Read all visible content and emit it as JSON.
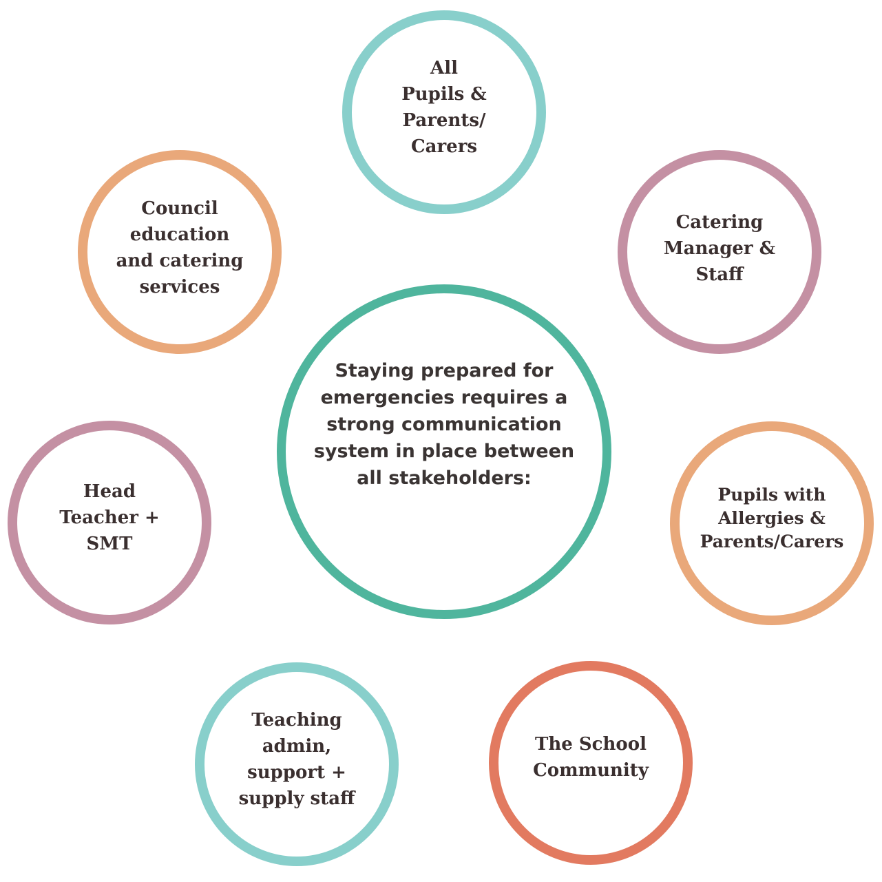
{
  "colors": {
    "teal_light": "#88cfcb",
    "teal_dark": "#4fb59d",
    "orange": "#e9a87a",
    "mauve": "#c490a3",
    "coral": "#e27a60",
    "text": "#3a2f2f"
  },
  "center": {
    "text": "Staying prepared for\nemergencies requires a\nstrong communication\nsystem in place between\nall stakeholders:"
  },
  "stakeholders": [
    {
      "text": "All\nPupils &\nParents/\nCarers"
    },
    {
      "text": "Catering\nManager &\nStaff"
    },
    {
      "text": "Pupils with\nAllergies &\nParents/Carers"
    },
    {
      "text": "The School\nCommunity"
    },
    {
      "text": "Teaching\nadmin,\nsupport +\nsupply staff"
    },
    {
      "text": "Head\nTeacher +\nSMT"
    },
    {
      "text": "Council\neducation\nand catering\nservices"
    }
  ]
}
